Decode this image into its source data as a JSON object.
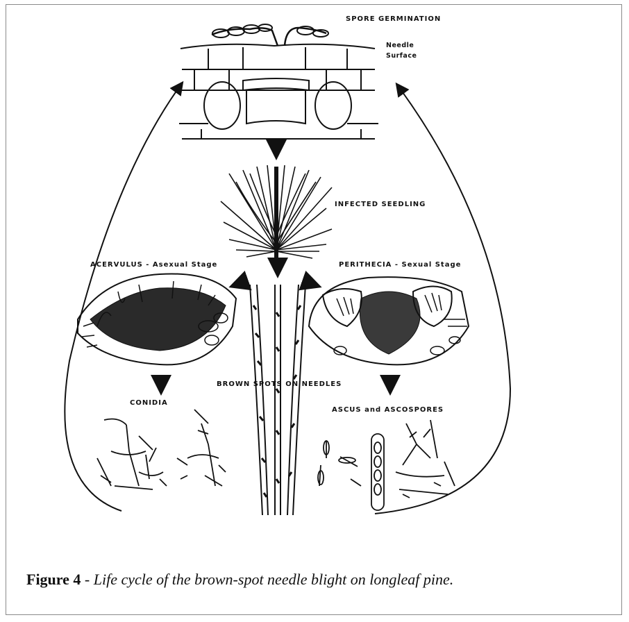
{
  "diagram": {
    "labels": {
      "spore_germination": "SPORE GERMINATION",
      "needle": "Needle",
      "surface": "Surface",
      "infected_seedling": "INFECTED  SEEDLING",
      "acervulus": "ACERVULUS - Asexual Stage",
      "perithecia": "PERITHECIA - Sexual Stage",
      "brown_spots": "BROWN SPOTS ON NEEDLES",
      "conidia": "CONIDIA",
      "ascus": "ASCUS and ASCOSPORES"
    }
  },
  "caption": {
    "prefix": "Figure 4",
    "separator": " - ",
    "text": "Life cycle of the brown-spot needle blight on longleaf pine."
  }
}
